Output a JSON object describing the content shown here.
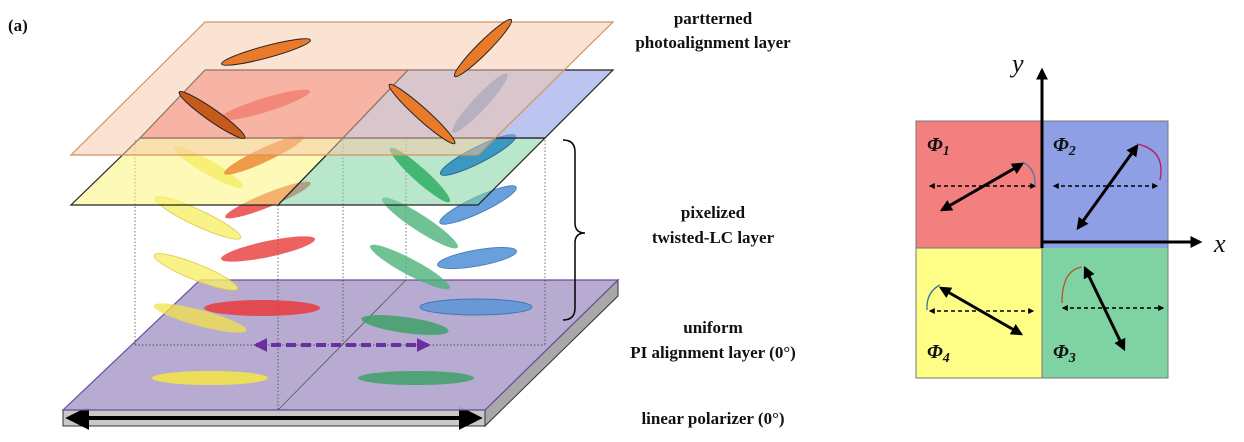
{
  "panel_label": "(a)",
  "labels": {
    "top_line1": "partterned",
    "top_line2": "photoalignment layer",
    "lc_line1": "pixelized",
    "lc_line2": "twisted-LC layer",
    "pi_line1": "uniform",
    "pi_line2": "PI alignment layer (0°)",
    "polarizer": "linear polarizer (0°)"
  },
  "axes": {
    "x": "x",
    "y": "y"
  },
  "quadrants": [
    {
      "symbol": "Φ",
      "index": "1",
      "color": "#f47f7f"
    },
    {
      "symbol": "Φ",
      "index": "2",
      "color": "#8e9fe6"
    },
    {
      "symbol": "Φ",
      "index": "3",
      "color": "#7fd3a2"
    },
    {
      "symbol": "Φ",
      "index": "4",
      "color": "#fefd85"
    }
  ]
}
